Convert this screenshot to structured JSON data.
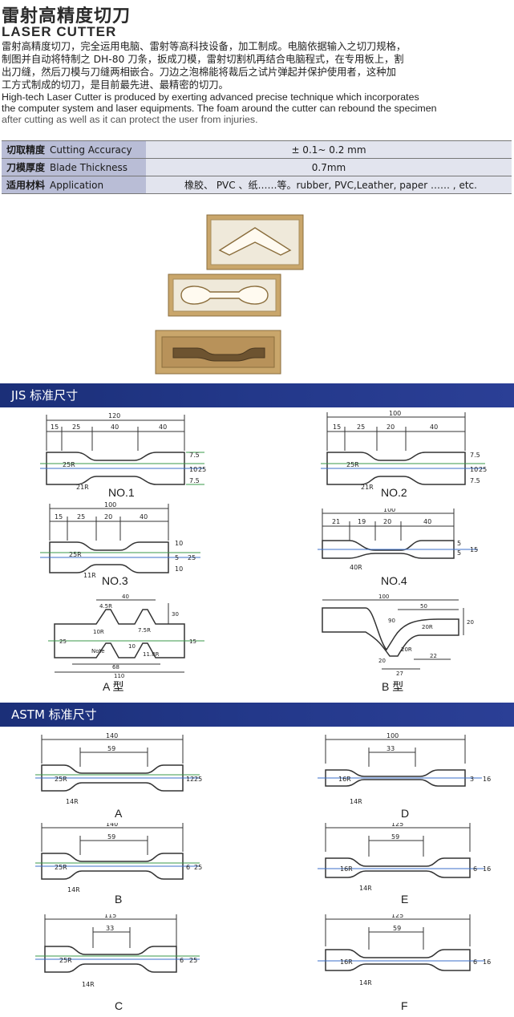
{
  "header": {
    "title_cn": "雷射高精度切刀",
    "title_en": "LASER CUTTER",
    "intro_cn": [
      "雷射高精度切刀，完全运用电脑、雷射等高科技设备，加工制成。电脑依据输入之切刀规格，",
      "制图并自动将特制之 DH-80 刀条，扳成刀模，雷射切割机再结合电脑程式，在专用板上，割",
      "出刀缝，然后刀模与刀缝两相嵌合。刀边之泡棉能将裁后之试片弹起并保护使用者，这种加",
      "工方式制成的切刀，是目前最先进、最精密的切刀。"
    ],
    "intro_en": [
      "High-tech Laser Cutter is produced by exerting advanced precise technique which incorporates",
      "the computer system and laser equipments. The foam around the cutter can rebound the specimen",
      "after cutting as well as it can protect the user from injuries."
    ]
  },
  "spec_table": [
    {
      "label_cn": "切取精度",
      "label_en": "Cutting Accuracy",
      "value": "±  0.1~ 0.2 mm"
    },
    {
      "label_cn": "刀模厚度",
      "label_en": "Blade Thickness",
      "value": "0.7mm"
    },
    {
      "label_cn": "适用材料",
      "label_en": "Application",
      "value": "橡胶、 PVC 、纸……等。rubber, PVC,Leather, paper …… , etc."
    }
  ],
  "sections": {
    "jis": "JIS 标准尺寸",
    "astm": "ASTM 标准尺寸"
  },
  "jis_labels": {
    "no1": "NO.1",
    "no2": "NO.2",
    "no3": "NO.3",
    "no4": "NO.4",
    "a": "A  型",
    "b": "B  型"
  },
  "jis_dims": {
    "no1": {
      "total": "120",
      "d1": "15",
      "d2": "25",
      "d3": "40",
      "d4": "40",
      "r1": "25R",
      "r2": "21R",
      "v1": "10",
      "v2": "25",
      "v3": "7.5",
      "v4": "7.5"
    },
    "no2": {
      "total": "100",
      "d1": "15",
      "d2": "25",
      "d3": "20",
      "d4": "40",
      "r1": "25R",
      "r2": "21R",
      "v1": "10",
      "v2": "25",
      "v3": "7.5",
      "v4": "7.5"
    },
    "no3": {
      "total": "100",
      "d1": "15",
      "d2": "25",
      "d3": "20",
      "d4": "40",
      "r1": "25R",
      "r2": "11R",
      "v1": "10",
      "v2": "25",
      "v3": "5",
      "v4": "10"
    },
    "no4": {
      "total": "100",
      "d1": "21",
      "d2": "19",
      "d3": "20",
      "d4": "40",
      "r1": "40R",
      "v1": "5",
      "v2": "15",
      "v3": "5"
    },
    "a": {
      "w1": "40",
      "w2": "68",
      "w3": "110",
      "h1": "30",
      "h2": "15",
      "h3": "10",
      "h4": "25",
      "r1": "4.5R",
      "r2": "10R",
      "r3": "7.5R",
      "r4": "11.8R",
      "note": "Note"
    },
    "b": {
      "w1": "100",
      "w2": "50",
      "w3": "27",
      "w4": "22",
      "h1": "20",
      "r1": "20R",
      "r2": "20R",
      "a1": "90",
      "d1": "20"
    }
  },
  "astm_labels": {
    "a": "A",
    "b": "B",
    "c": "C",
    "d": "D",
    "e": "E",
    "f": "F"
  },
  "astm_dims": {
    "a": {
      "total": "140",
      "gauge": "59",
      "r1": "25R",
      "r2": "14R",
      "v1": "12",
      "v2": "25"
    },
    "b": {
      "total": "140",
      "gauge": "59",
      "r1": "25R",
      "r2": "14R",
      "v1": "6",
      "v2": "25"
    },
    "c": {
      "total": "115",
      "gauge": "33",
      "r1": "25R",
      "r2": "14R",
      "v1": "6",
      "v2": "25"
    },
    "d": {
      "total": "100",
      "gauge": "33",
      "r1": "16R",
      "r2": "14R",
      "v1": "3",
      "v2": "16"
    },
    "e": {
      "total": "125",
      "gauge": "59",
      "r1": "16R",
      "r2": "14R",
      "v1": "6",
      "v2": "16"
    },
    "f": {
      "total": "125",
      "gauge": "59",
      "r1": "16R",
      "r2": "14R",
      "v1": "6",
      "v2": "16"
    }
  },
  "colors": {
    "band": "#23388a",
    "label_cell": "#b9bdd6",
    "value_cell": "#e2e4ee",
    "cutter_base": "#c9a66b",
    "foam": "#ece6d6",
    "dim_green": "#3a9a4a",
    "dim_blue": "#3b6fc9"
  }
}
